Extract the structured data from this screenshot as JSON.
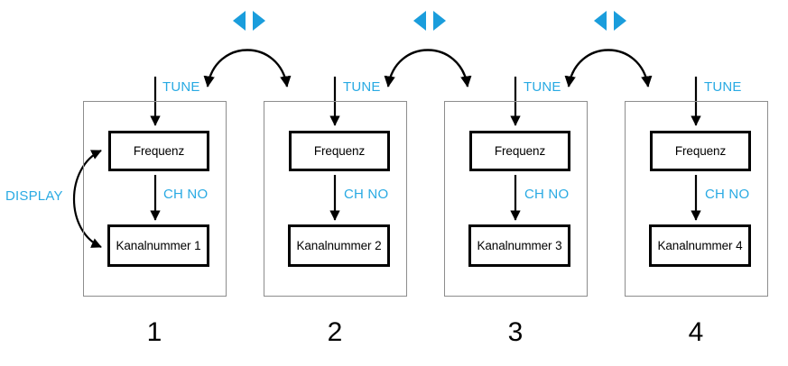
{
  "diagram": {
    "title_text": "",
    "accent_color": "#29aae3",
    "panel_border_color": "#8d8d8d",
    "node_border_color": "#000000",
    "panels": [
      {
        "number": "1",
        "frequency_label": "Frequenz",
        "channel_label": "Kanalnummer 1",
        "tune_label": "TUNE",
        "chno_label": "CH NO"
      },
      {
        "number": "2",
        "frequency_label": "Frequenz",
        "channel_label": "Kanalnummer 2",
        "tune_label": "TUNE",
        "chno_label": "CH NO"
      },
      {
        "number": "3",
        "frequency_label": "Frequenz",
        "channel_label": "Kanalnummer 3",
        "tune_label": "TUNE",
        "chno_label": "CH NO"
      },
      {
        "number": "4",
        "frequency_label": "Frequenz",
        "channel_label": "Kanalnummer 4",
        "tune_label": "TUNE",
        "chno_label": "CH NO"
      }
    ],
    "display_label": "DISPLAY",
    "nav_icons": [
      {
        "name": "left-right-arrows-icon",
        "between": "1-2"
      },
      {
        "name": "left-right-arrows-icon",
        "between": "2-3"
      },
      {
        "name": "left-right-arrows-icon",
        "between": "3-4"
      }
    ]
  }
}
